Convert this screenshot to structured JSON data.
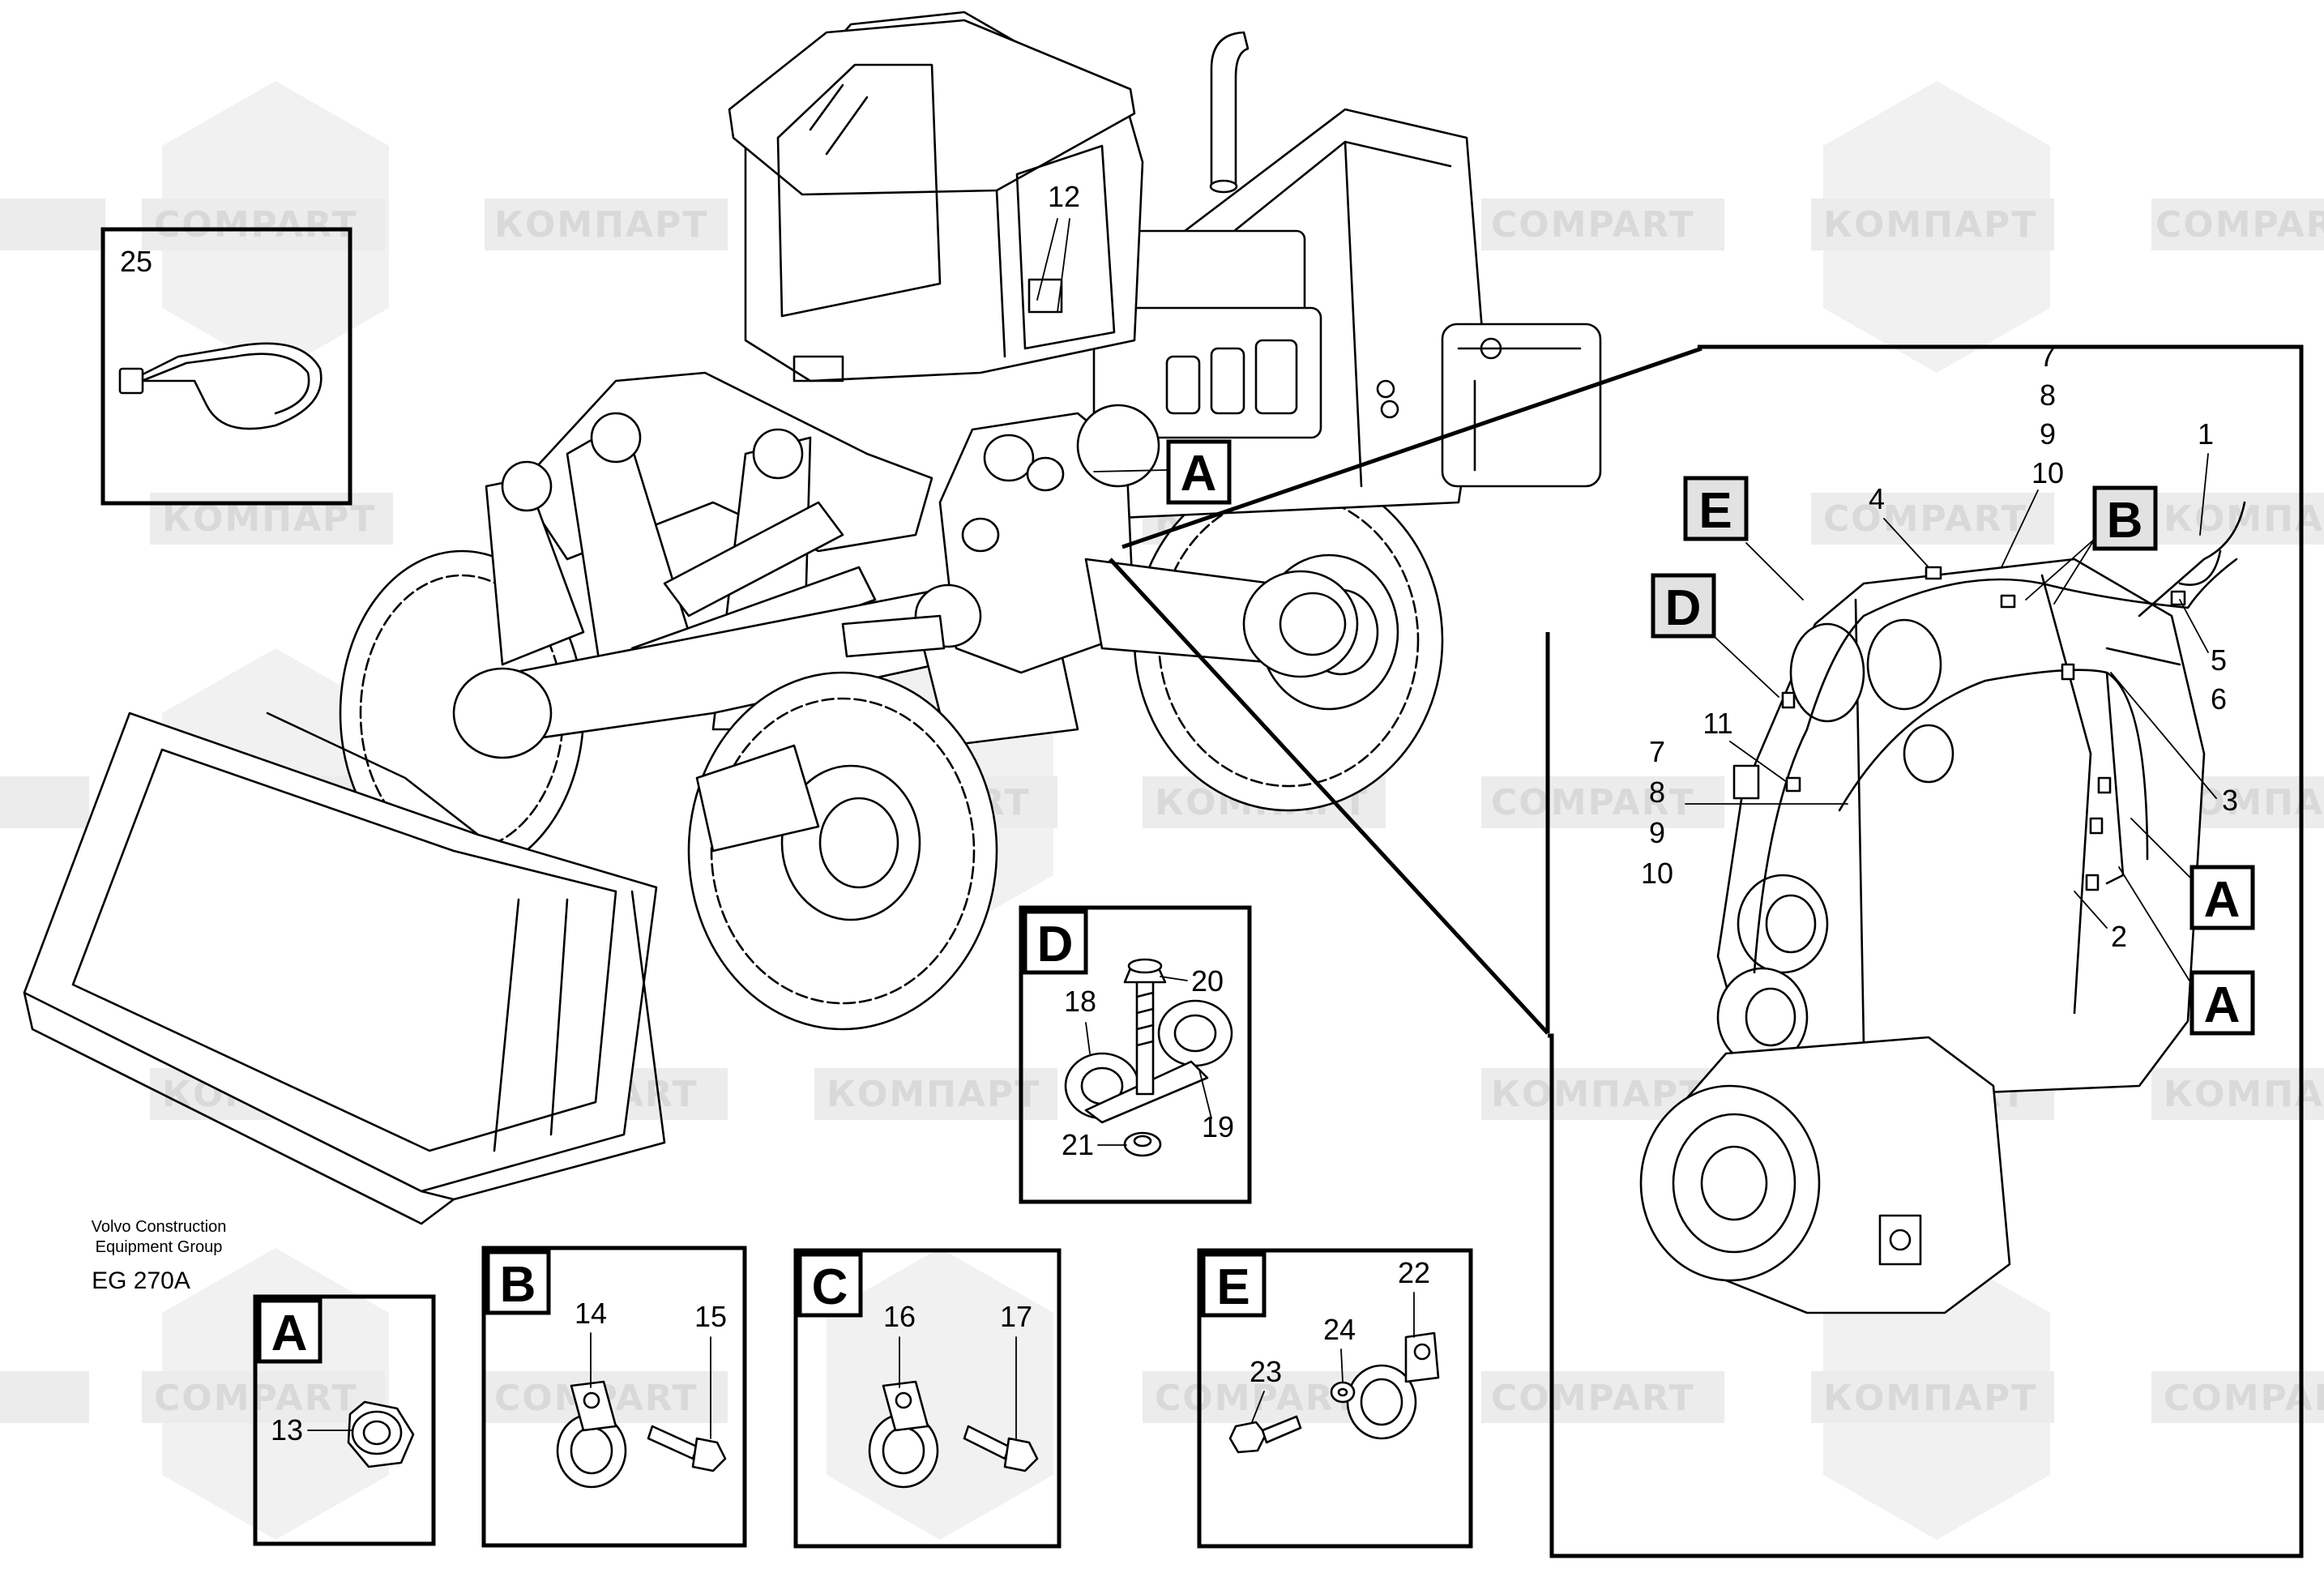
{
  "watermark": {
    "text_cyrillic": "КОМПАРТ",
    "text_latin": "COMPART"
  },
  "caption": {
    "line1": "Volvo Construction",
    "line2": "Equipment Group",
    "code": "EG 270A"
  },
  "main_view": {
    "label_a": "A",
    "callout_12": "12"
  },
  "detail_25": {
    "number": "25"
  },
  "detail_zoom": {
    "label_e": "E",
    "label_d": "D",
    "label_b": "B",
    "label_a1": "A",
    "label_a2": "A",
    "callouts": {
      "n1": "1",
      "n2": "2",
      "n3": "3",
      "n4": "4",
      "n5": "5",
      "n6": "6",
      "n11": "11",
      "top_7": "7",
      "top_8": "8",
      "top_9": "9",
      "top_10": "10",
      "left_7": "7",
      "left_8": "8",
      "left_9": "9",
      "left_10": "10"
    }
  },
  "detail_d": {
    "label": "D",
    "n18": "18",
    "n19": "19",
    "n20": "20",
    "n21": "21"
  },
  "detail_a": {
    "label": "A",
    "n13": "13"
  },
  "detail_b": {
    "label": "B",
    "n14": "14",
    "n15": "15"
  },
  "detail_c": {
    "label": "C",
    "n16": "16",
    "n17": "17"
  },
  "detail_e": {
    "label": "E",
    "n22": "22",
    "n23": "23",
    "n24": "24"
  }
}
